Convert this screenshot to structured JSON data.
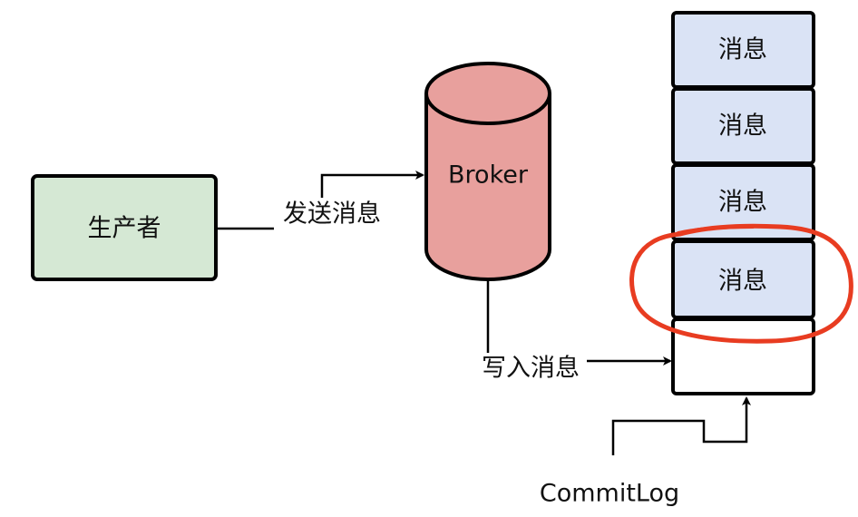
{
  "nodes": {
    "producer": {
      "label": "生产者",
      "fill": "#d5e8d4"
    },
    "broker": {
      "label": "Broker",
      "fill": "#e8a09d"
    },
    "commitlog": {
      "label": "CommitLog",
      "messages": [
        "消息",
        "消息",
        "消息",
        "消息",
        ""
      ],
      "message_fill": "#dae3f5",
      "highlight_color": "#e83c21"
    }
  },
  "edges": {
    "send": {
      "label": "发送消息"
    },
    "write": {
      "label": "写入消息"
    }
  }
}
